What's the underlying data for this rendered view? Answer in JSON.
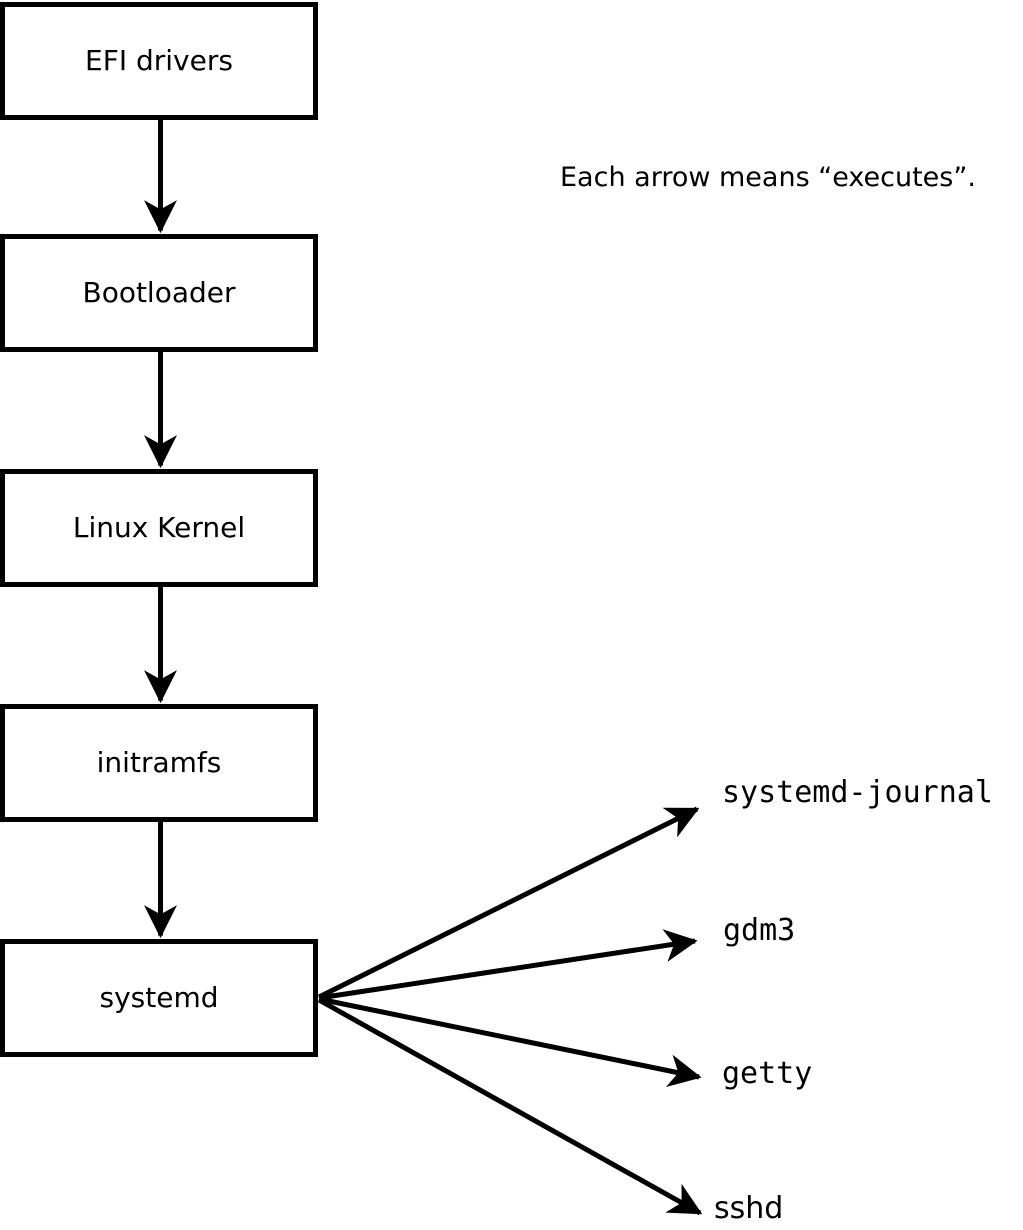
{
  "note": "Each arrow means “executes”.",
  "arrow_meaning": "executes",
  "chain_nodes": [
    {
      "label": "EFI drivers"
    },
    {
      "label": "Bootloader"
    },
    {
      "label": "Linux Kernel"
    },
    {
      "label": "initramfs"
    },
    {
      "label": "systemd"
    }
  ],
  "spawned_processes": [
    {
      "label": "systemd-journal"
    },
    {
      "label": "gdm3"
    },
    {
      "label": "getty"
    },
    {
      "label": "sshd"
    }
  ],
  "edges": [
    {
      "from": "EFI drivers",
      "to": "Bootloader"
    },
    {
      "from": "Bootloader",
      "to": "Linux Kernel"
    },
    {
      "from": "Linux Kernel",
      "to": "initramfs"
    },
    {
      "from": "initramfs",
      "to": "systemd"
    },
    {
      "from": "systemd",
      "to": "systemd-journal"
    },
    {
      "from": "systemd",
      "to": "gdm3"
    },
    {
      "from": "systemd",
      "to": "getty"
    },
    {
      "from": "systemd",
      "to": "sshd"
    }
  ],
  "colors": {
    "foreground": "#000000",
    "background": "#ffffff"
  }
}
